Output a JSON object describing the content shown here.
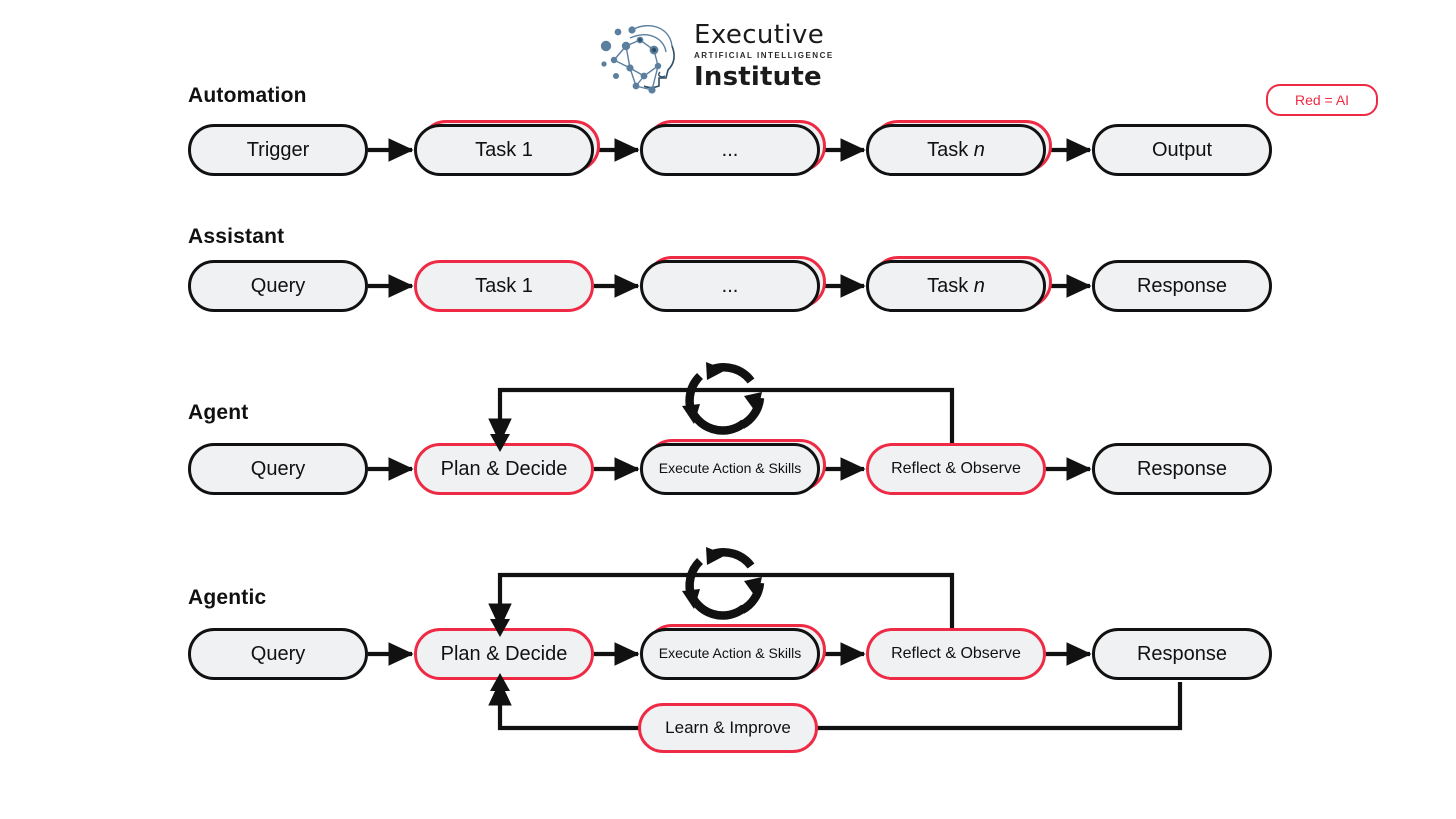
{
  "logo": {
    "name": "executive-ai-institute",
    "line1": "Executive",
    "line2": "ARTIFICIAL INTELLIGENCE",
    "line3": "Institute",
    "mark_color": "#5b7f9e",
    "text_color": "#1b1b1b"
  },
  "legend": {
    "text": "Red = AI",
    "color": "#ef2a44"
  },
  "colors": {
    "accent_red": "#ef2a44",
    "outline_black": "#111111",
    "pill_fill": "#eff1f3",
    "background": "#ffffff"
  },
  "rows": [
    {
      "label": "Automation",
      "nodes": [
        {
          "text": "Trigger",
          "style": "black"
        },
        {
          "text": "Task 1",
          "style": "black-red-ghost"
        },
        {
          "text": "...",
          "style": "black-red-ghost"
        },
        {
          "text": "Task n",
          "style": "black-red-ghost",
          "italic_tail": "n"
        },
        {
          "text": "Output",
          "style": "black"
        }
      ]
    },
    {
      "label": "Assistant",
      "nodes": [
        {
          "text": "Query",
          "style": "black"
        },
        {
          "text": "Task 1",
          "style": "red"
        },
        {
          "text": "...",
          "style": "black-red-ghost"
        },
        {
          "text": "Task n",
          "style": "black-red-ghost",
          "italic_tail": "n"
        },
        {
          "text": "Response",
          "style": "black"
        }
      ]
    },
    {
      "label": "Agent",
      "nodes": [
        {
          "text": "Query",
          "style": "black"
        },
        {
          "text": "Plan & Decide",
          "style": "red"
        },
        {
          "text": "Execute Action & Skills",
          "style": "black-red-ghost"
        },
        {
          "text": "Reflect & Observe",
          "style": "red"
        },
        {
          "text": "Response",
          "style": "black"
        }
      ],
      "loop_icon": "circular-refresh-icon",
      "feedback": "reflect-to-plan"
    },
    {
      "label": "Agentic",
      "nodes": [
        {
          "text": "Query",
          "style": "black"
        },
        {
          "text": "Plan & Decide",
          "style": "red"
        },
        {
          "text": "Execute Action & Skills",
          "style": "black-red-ghost"
        },
        {
          "text": "Reflect & Observe",
          "style": "red"
        },
        {
          "text": "Response",
          "style": "black"
        }
      ],
      "loop_icon": "circular-refresh-icon",
      "feedback": "reflect-to-plan",
      "extra_node": {
        "text": "Learn & Improve",
        "style": "red"
      },
      "outer_feedback": "response-to-learn-to-plan"
    }
  ]
}
